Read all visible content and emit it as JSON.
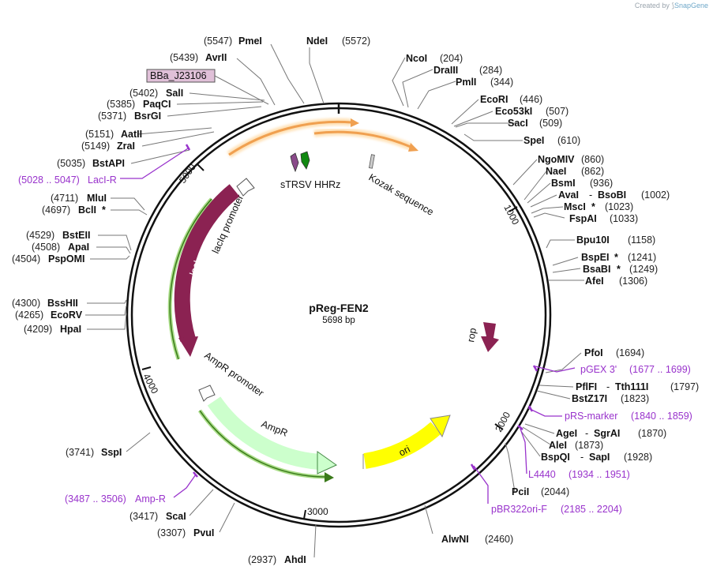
{
  "brand": {
    "created_by": "Created by",
    "product": "SnapGene"
  },
  "plasmid": {
    "name": "pReg-FEN2",
    "size_label": "5698 bp",
    "length": 5698
  },
  "colors": {
    "backbone": "#111111",
    "primer": "#9933cc",
    "enzyme_line": "#777777",
    "lacI": "#8b2252",
    "rop": "#8b2252",
    "ampr": "#ccffcc",
    "ori": "#ffff00",
    "promoter": "#ffffff",
    "orf": "#ffbb66",
    "orf_glow": "#ffe1b5",
    "ribozyme_green": "#118811",
    "ribozyme_purple": "#8a4a8a",
    "part_box": "#e0c0d8"
  },
  "ticks": [
    "1000",
    "2000",
    "3000",
    "4000",
    "5000"
  ],
  "enzymes": [
    {
      "name": "NdeI",
      "pos": "(5572)",
      "star": false
    },
    {
      "name": "NcoI",
      "pos": "(204)",
      "star": false
    },
    {
      "name": "DraIII",
      "pos": "(284)",
      "star": false
    },
    {
      "name": "PmlI",
      "pos": "(344)",
      "star": false
    },
    {
      "name": "EcoRI",
      "pos": "(446)",
      "star": false
    },
    {
      "name": "Eco53kI",
      "pos": "(507)",
      "star": false
    },
    {
      "name": "SacI",
      "pos": "(509)",
      "star": false
    },
    {
      "name": "SpeI",
      "pos": "(610)",
      "star": false
    },
    {
      "name": "NgoMIV",
      "pos": "(860)",
      "star": false
    },
    {
      "name": "NaeI",
      "pos": "(862)",
      "star": false
    },
    {
      "name": "BsmI",
      "pos": "(936)",
      "star": false
    },
    {
      "name": "AvaI",
      "pos": "(1002)",
      "star": false,
      "pair": "BsoBI"
    },
    {
      "name": "MscI",
      "pos": "(1023)",
      "star": true
    },
    {
      "name": "FspAI",
      "pos": "(1033)",
      "star": false
    },
    {
      "name": "Bpu10I",
      "pos": "(1158)",
      "star": false
    },
    {
      "name": "BspEI",
      "pos": "(1241)",
      "star": true
    },
    {
      "name": "BsaBI",
      "pos": "(1249)",
      "star": true
    },
    {
      "name": "AfeI",
      "pos": "(1306)",
      "star": false
    },
    {
      "name": "PfoI",
      "pos": "(1694)",
      "star": false
    },
    {
      "name": "PflFI",
      "pos": "(1797)",
      "star": false,
      "pair": "Tth111I"
    },
    {
      "name": "BstZ17I",
      "pos": "(1823)",
      "star": false
    },
    {
      "name": "AgeI",
      "pos": "(1870)",
      "star": false,
      "pair": "SgrAI"
    },
    {
      "name": "AleI",
      "pos": "(1873)",
      "star": false
    },
    {
      "name": "BspQI",
      "pos": "(1928)",
      "star": false,
      "pair": "SapI"
    },
    {
      "name": "PciI",
      "pos": "(2044)",
      "star": false
    },
    {
      "name": "AlwNI",
      "pos": "(2460)",
      "star": false
    },
    {
      "name": "AhdI",
      "pos": "(2937)",
      "star": false
    },
    {
      "name": "PvuI",
      "pos": "(3307)",
      "star": false
    },
    {
      "name": "ScaI",
      "pos": "(3417)",
      "star": false
    },
    {
      "name": "SspI",
      "pos": "(3741)",
      "star": false
    },
    {
      "name": "HpaI",
      "pos": "(4209)",
      "star": false
    },
    {
      "name": "EcoRV",
      "pos": "(4265)",
      "star": false
    },
    {
      "name": "BssHII",
      "pos": "(4300)",
      "star": false
    },
    {
      "name": "PspOMI",
      "pos": "(4504)",
      "star": false
    },
    {
      "name": "ApaI",
      "pos": "(4508)",
      "star": false
    },
    {
      "name": "BstEII",
      "pos": "(4529)",
      "star": false
    },
    {
      "name": "BclI",
      "pos": "(4697)",
      "star": true
    },
    {
      "name": "MluI",
      "pos": "(4711)",
      "star": false
    },
    {
      "name": "BstAPI",
      "pos": "(5035)",
      "star": false
    },
    {
      "name": "ZraI",
      "pos": "(5149)",
      "star": false
    },
    {
      "name": "AatII",
      "pos": "(5151)",
      "star": false
    },
    {
      "name": "BsrGI",
      "pos": "(5371)",
      "star": false
    },
    {
      "name": "PaqCI",
      "pos": "(5385)",
      "star": false
    },
    {
      "name": "SalI",
      "pos": "(5402)",
      "star": false
    },
    {
      "name": "AvrII",
      "pos": "(5439)",
      "star": false
    },
    {
      "name": "PmeI",
      "pos": "(5547)",
      "star": false
    }
  ],
  "primers": [
    {
      "name": "pGEX 3'",
      "range": "(1677 .. 1699)"
    },
    {
      "name": "pRS-marker",
      "range": "(1840 .. 1859)"
    },
    {
      "name": "L4440",
      "range": "(1934 .. 1951)"
    },
    {
      "name": "pBR322ori-F",
      "range": "(2185 .. 2204)"
    },
    {
      "name": "Amp-R",
      "range": "(3487 .. 3506)"
    },
    {
      "name": "LacI-R",
      "range": "(5028 .. 5047)"
    }
  ],
  "features": {
    "part_box": "BBa_J23106",
    "ribozymes": "sTRSV HHRz",
    "kozak": "Kozak sequence",
    "lacIq_promoter": "lacIq promoter",
    "lacI": "lacI",
    "ampR_promoter": "AmpR promoter",
    "ampR": "AmpR",
    "ori": "ori",
    "rop": "rop"
  }
}
